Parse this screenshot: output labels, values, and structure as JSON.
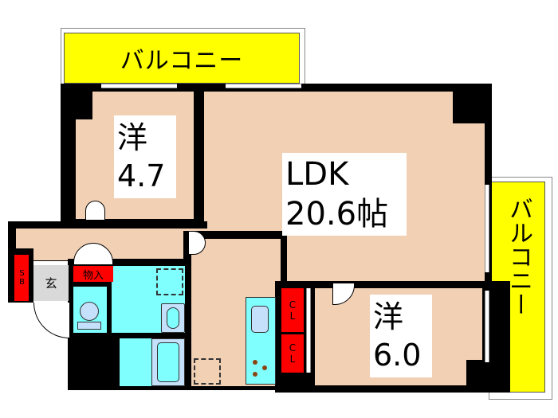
{
  "floorplan": {
    "balcony_top": {
      "label": "バルコニー"
    },
    "balcony_right": {
      "label": "バルコニー"
    },
    "room_western_1": {
      "type": "洋",
      "size": "4.7"
    },
    "ldk": {
      "type": "LDK",
      "size": "20.6帖"
    },
    "room_western_2": {
      "type": "洋",
      "size": "6.0"
    },
    "storage": {
      "label": "物入"
    },
    "shoe_box": {
      "label": "SB"
    },
    "entrance": {
      "label": "玄"
    },
    "closet_1": {
      "label": "CL"
    },
    "closet_2": {
      "label": "CL"
    }
  },
  "colors": {
    "floor": "#f2d0b4",
    "wet_area": "#80ffff",
    "balcony": "#ffff00",
    "storage": "#ff0000",
    "wall": "#000000",
    "entrance": "#d9d9d9"
  }
}
